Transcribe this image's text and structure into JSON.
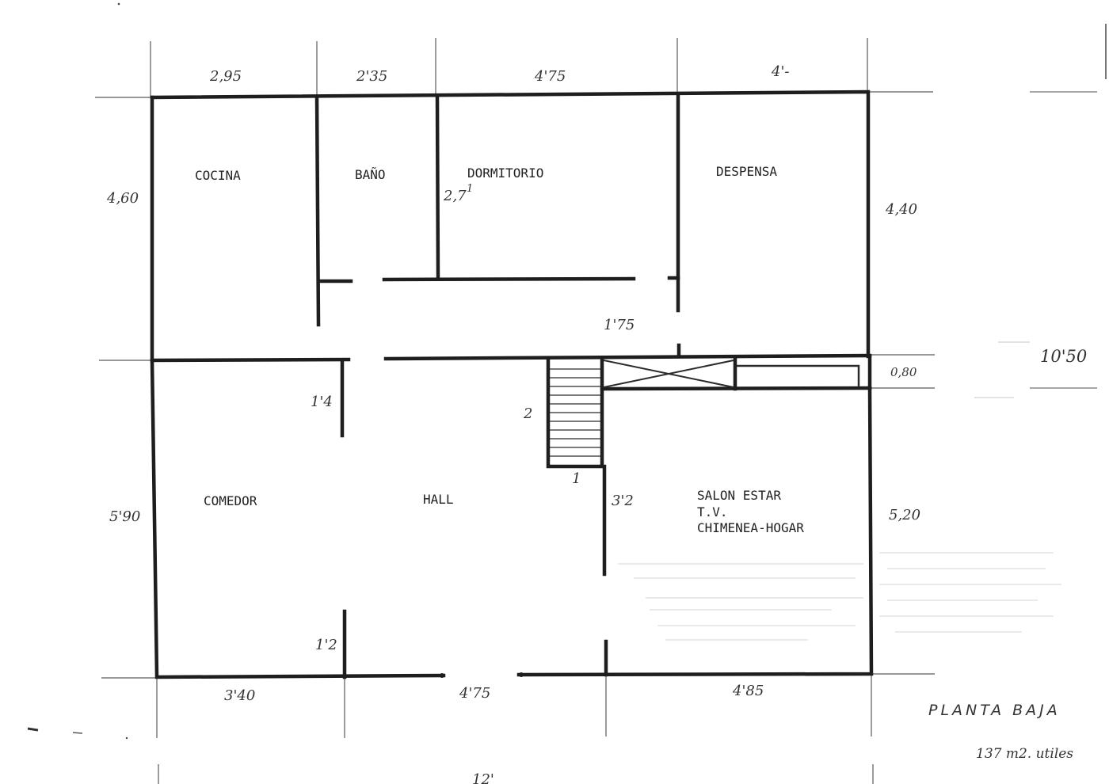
{
  "rooms": {
    "cocina": "COCINA",
    "bano": "BAÑO",
    "dormitorio": "DORMITORIO",
    "despensa": "DESPENSA",
    "comedor": "COMEDOR",
    "hall": "HALL",
    "salon_line1": "SALON ESTAR",
    "salon_line2": "T.V.",
    "salon_line3": "CHIMENEA-HOGAR"
  },
  "dimensions": {
    "top": [
      "2,95",
      "2'35",
      "4'75",
      "4'-"
    ],
    "bottom": [
      "3'40",
      "4'75",
      "4'85"
    ],
    "total_width": "12'",
    "left": [
      "4,60",
      "5'90"
    ],
    "right": [
      "4,40",
      "0,80",
      "5,20"
    ],
    "total_height": "10'50",
    "interior": {
      "dormitorio_side": "2,7",
      "dormitorio_sup": "1",
      "corridor": "1'75",
      "comedor_upper": "1'4",
      "comedor_lower": "1'2",
      "stair_width": "2",
      "stair_depth": "1",
      "salon_wall": "3'2"
    }
  },
  "title": "PLANTA  BAJA",
  "area": "137 m2. utiles"
}
